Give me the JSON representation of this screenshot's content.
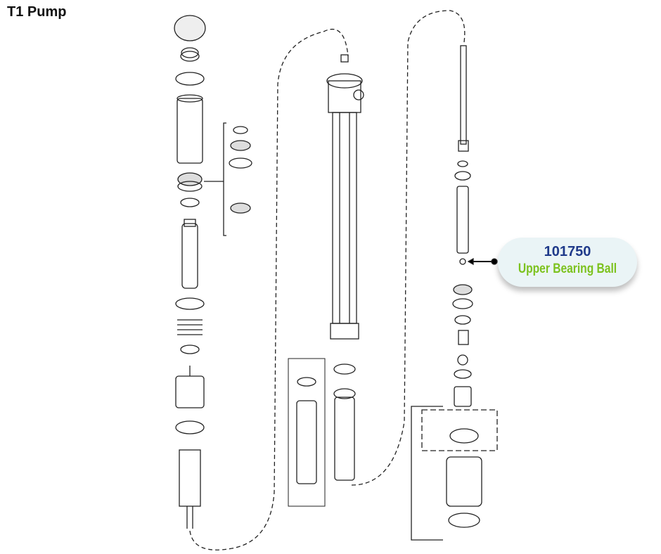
{
  "title": "T1 Pump",
  "callout": {
    "part_number": "101750",
    "part_name": "Upper Bearing Ball",
    "number_color": "#1f3a8a",
    "name_color": "#7cc21e"
  }
}
